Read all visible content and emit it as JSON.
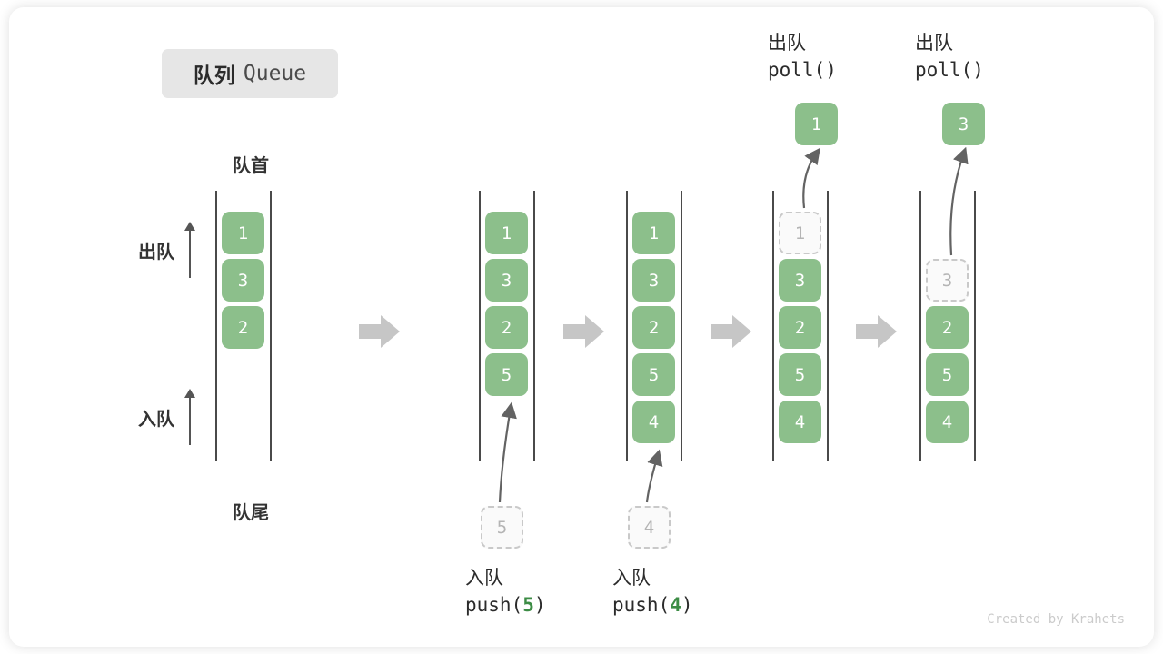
{
  "title": {
    "cn": "队列",
    "en": "Queue"
  },
  "labels": {
    "head": "队首",
    "tail": "队尾",
    "dequeue": "出队",
    "enqueue": "入队"
  },
  "watermark": "Created by Krahets",
  "colors": {
    "cell_fill": "#8cbf8b",
    "cell_text": "#ffffff",
    "ghost_fill": "#fafafa",
    "ghost_border": "#c9c9c9",
    "ghost_text": "#b4b4b4",
    "rail": "#4a4a4a",
    "step_arrow": "#c6c6c6",
    "accent_code": "#3c8c45",
    "badge_bg": "#e6e6e6",
    "text": "#2b2b2b"
  },
  "columns": [
    {
      "id": "initial",
      "cells": [
        {
          "value": "1",
          "state": "filled",
          "row": 0
        },
        {
          "value": "3",
          "state": "filled",
          "row": 1
        },
        {
          "value": "2",
          "state": "filled",
          "row": 2
        }
      ],
      "caption": null,
      "top_label": null,
      "popped": null,
      "incoming": null
    },
    {
      "id": "push-5",
      "cells": [
        {
          "value": "1",
          "state": "filled",
          "row": 0
        },
        {
          "value": "3",
          "state": "filled",
          "row": 1
        },
        {
          "value": "2",
          "state": "filled",
          "row": 2
        },
        {
          "value": "5",
          "state": "filled",
          "row": 3
        }
      ],
      "caption": {
        "cn": "入队",
        "code_prefix": "push(",
        "code_arg": "5",
        "code_suffix": ")"
      },
      "top_label": null,
      "popped": null,
      "incoming": {
        "value": "5"
      }
    },
    {
      "id": "push-4",
      "cells": [
        {
          "value": "1",
          "state": "filled",
          "row": 0
        },
        {
          "value": "3",
          "state": "filled",
          "row": 1
        },
        {
          "value": "2",
          "state": "filled",
          "row": 2
        },
        {
          "value": "5",
          "state": "filled",
          "row": 3
        },
        {
          "value": "4",
          "state": "filled",
          "row": 4
        }
      ],
      "caption": {
        "cn": "入队",
        "code_prefix": "push(",
        "code_arg": "4",
        "code_suffix": ")"
      },
      "top_label": null,
      "popped": null,
      "incoming": {
        "value": "4"
      }
    },
    {
      "id": "poll-1",
      "cells": [
        {
          "value": "1",
          "state": "ghost",
          "row": 0
        },
        {
          "value": "3",
          "state": "filled",
          "row": 1
        },
        {
          "value": "2",
          "state": "filled",
          "row": 2
        },
        {
          "value": "5",
          "state": "filled",
          "row": 3
        },
        {
          "value": "4",
          "state": "filled",
          "row": 4
        }
      ],
      "caption": null,
      "top_label": {
        "cn": "出队",
        "code": "poll()"
      },
      "popped": {
        "value": "1"
      },
      "incoming": null
    },
    {
      "id": "poll-3",
      "cells": [
        {
          "value": "3",
          "state": "ghost",
          "row": 1
        },
        {
          "value": "2",
          "state": "filled",
          "row": 2
        },
        {
          "value": "5",
          "state": "filled",
          "row": 3
        },
        {
          "value": "4",
          "state": "filled",
          "row": 4
        }
      ],
      "caption": null,
      "top_label": {
        "cn": "出队",
        "code": "poll()"
      },
      "popped": {
        "value": "3"
      },
      "incoming": null
    }
  ]
}
